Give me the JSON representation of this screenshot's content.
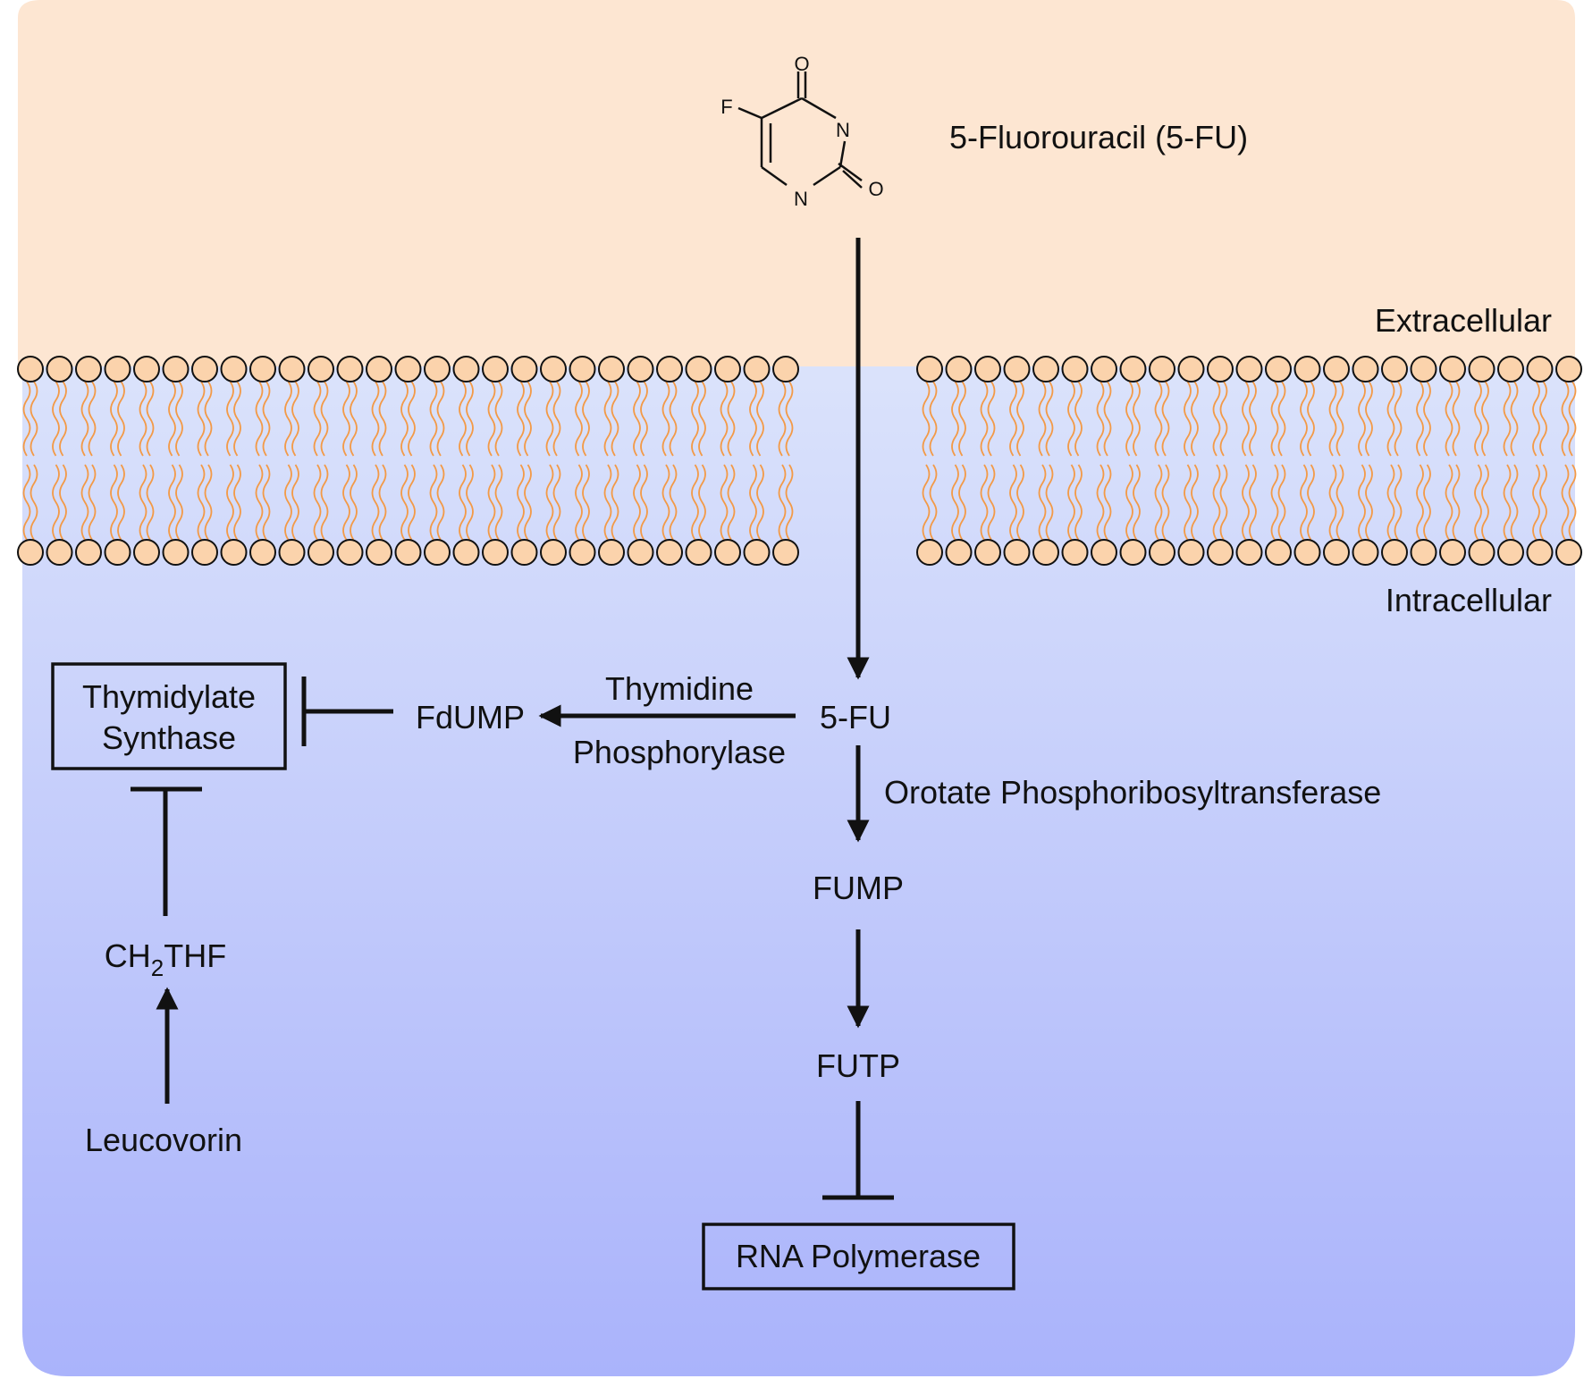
{
  "regions": {
    "extracellular_label": "Extracellular",
    "intracellular_label": "Intracellular",
    "extracellular_color": "#fde6d2",
    "intracellular_top_color": "#dbe3fb",
    "intracellular_bottom_color": "#aab3fb"
  },
  "membrane": {
    "head_color": "#fbd3ac",
    "tail_color": "#f39a47"
  },
  "molecule": {
    "name": "5-Fluorouracil (5-FU)",
    "atoms": {
      "fluorine": "F",
      "oxygen_top": "O",
      "nitrogen_right": "N",
      "nitrogen_bottom": "N",
      "oxygen_right": "O"
    }
  },
  "nodes": {
    "five_fu": "5-FU",
    "fdump": "FdUMP",
    "fump": "FUMP",
    "futp": "FUTP",
    "ch2thf_main": "CH",
    "ch2thf_sub": "2",
    "ch2thf_tail": "THF",
    "leucovorin": "Leucovorin"
  },
  "boxes": {
    "thymidylate_synthase_line1": "Thymidylate",
    "thymidylate_synthase_line2": "Synthase",
    "rna_polymerase": "RNA Polymerase"
  },
  "enzymes": {
    "thymidine_phosphorylase_line1": "Thymidine",
    "thymidine_phosphorylase_line2": "Phosphorylase",
    "orotate_prt": "Orotate Phosphoribosyltransferase"
  }
}
